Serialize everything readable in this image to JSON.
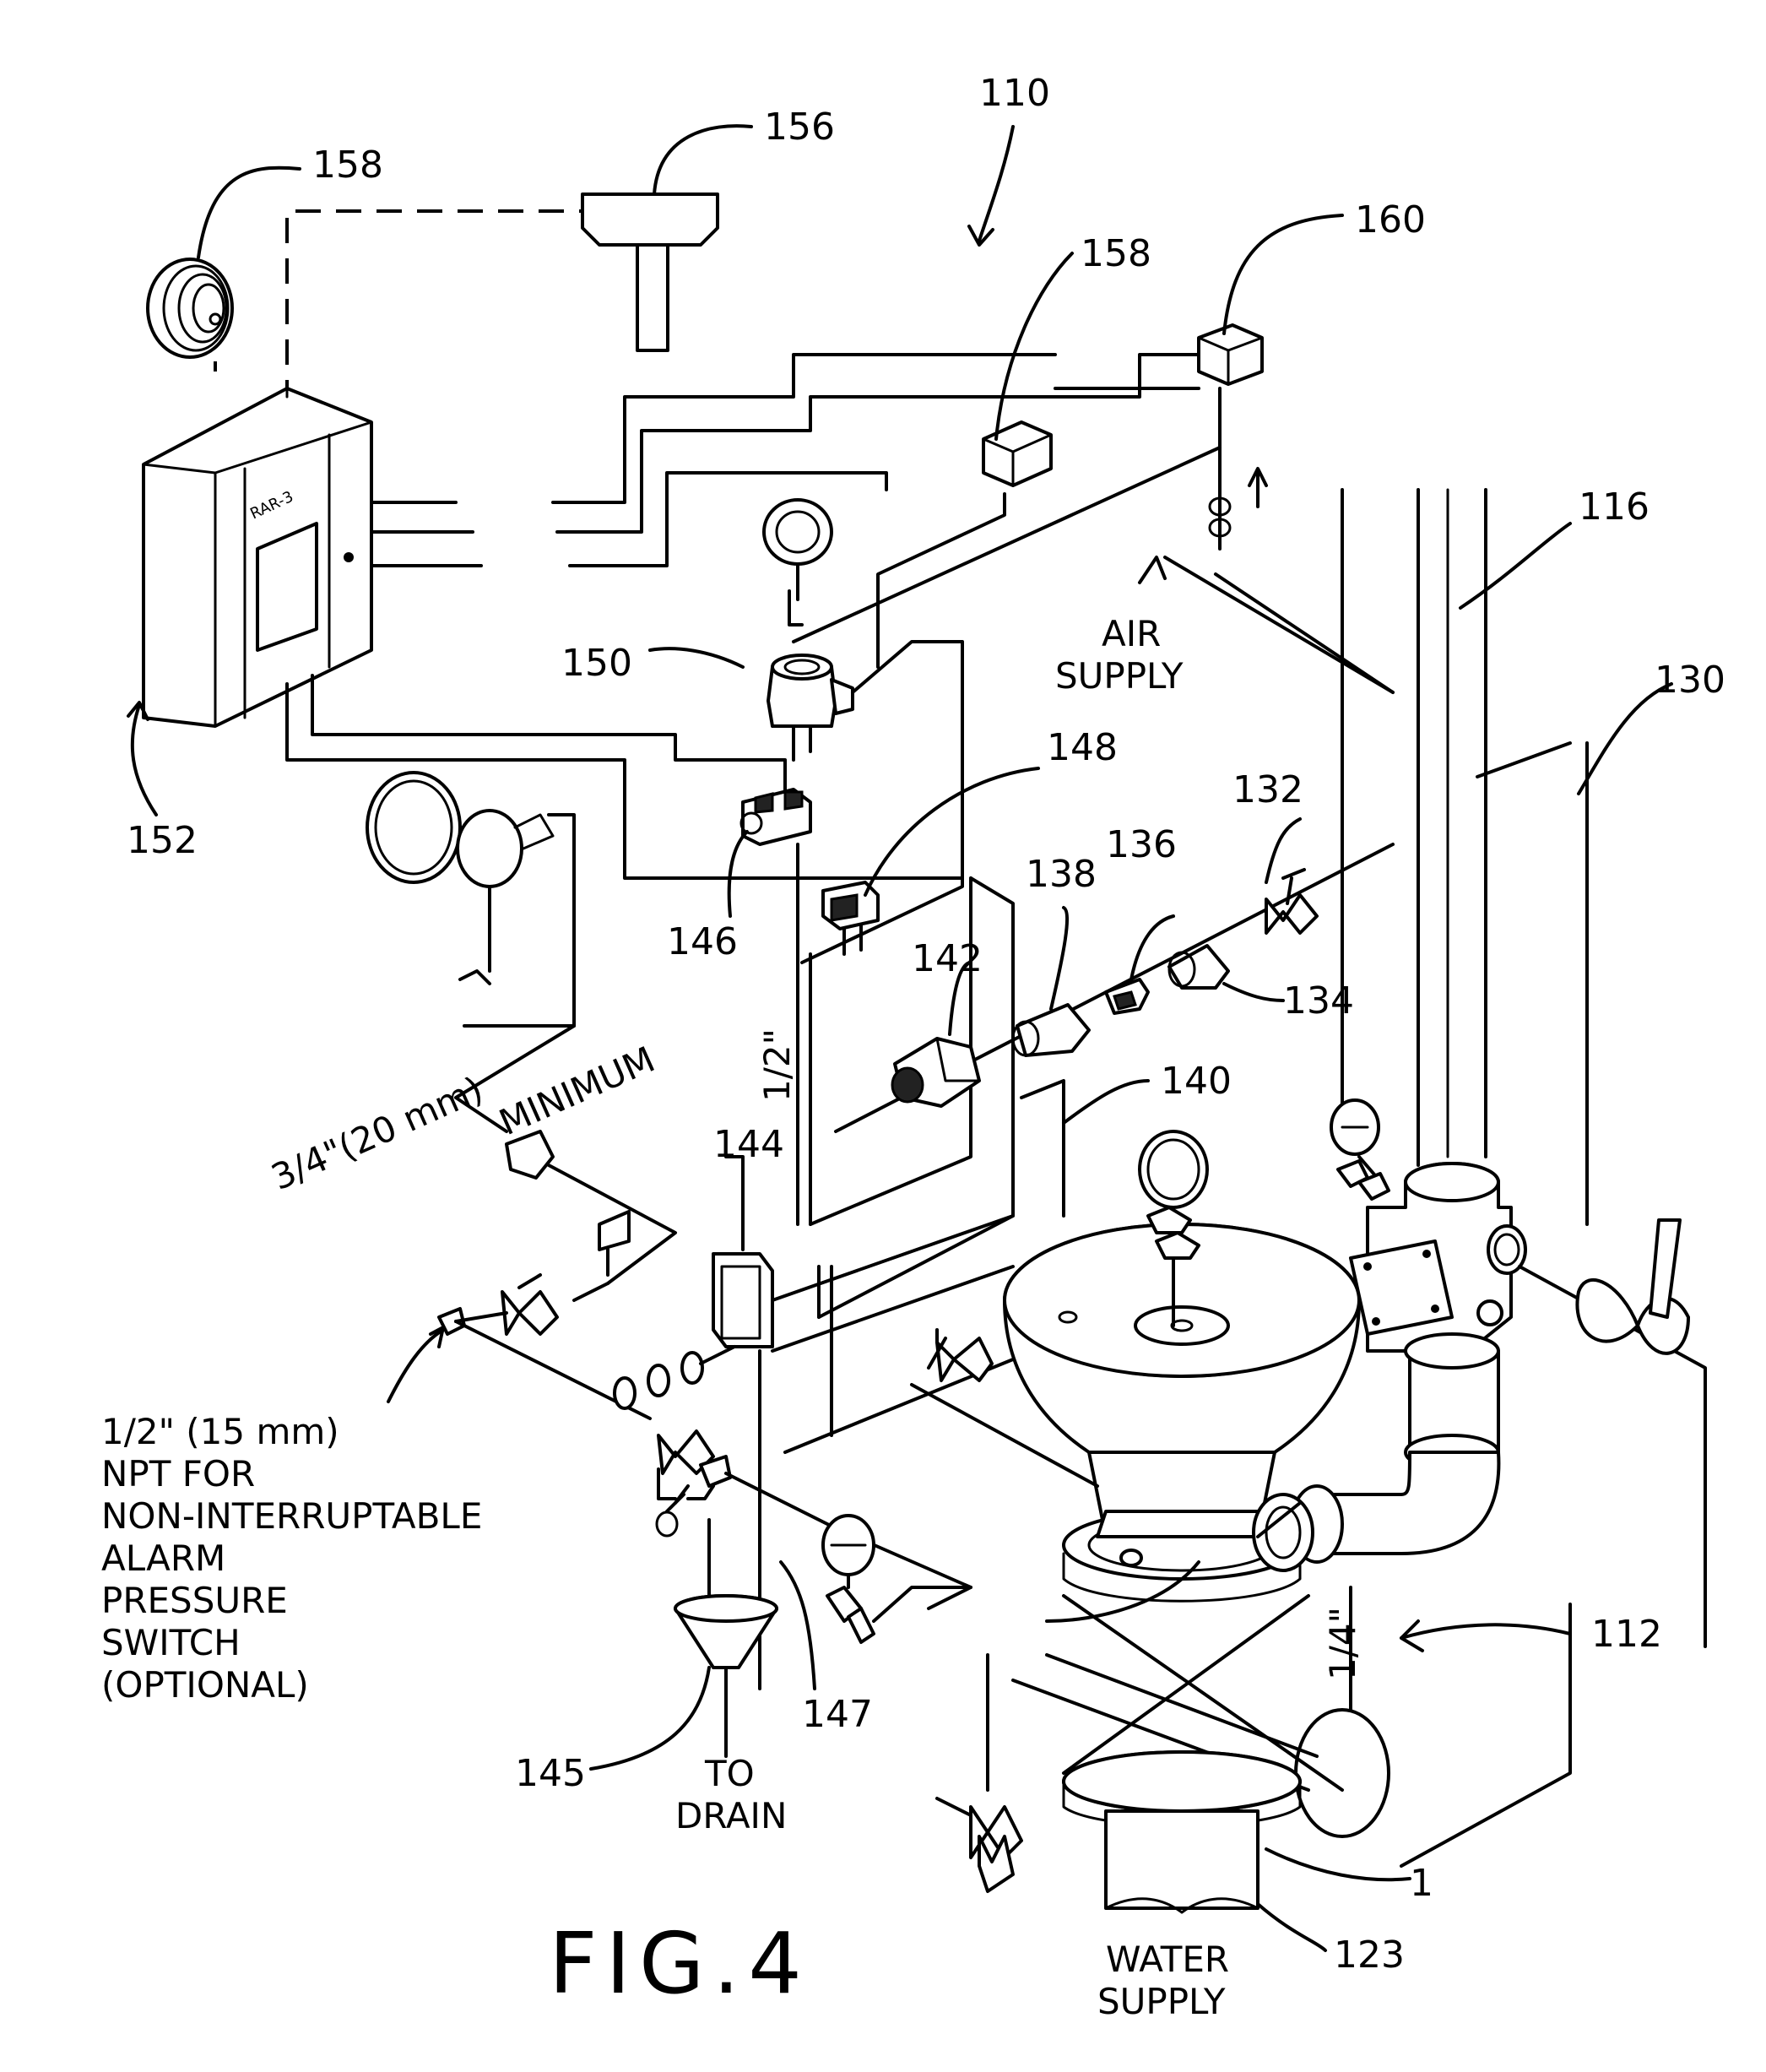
{
  "figure": {
    "title": "FIG.4"
  },
  "refs": {
    "r110": "110",
    "r112": "112",
    "r116": "116",
    "r123": "123",
    "r130": "130",
    "r132": "132",
    "r134": "134",
    "r136": "136",
    "r138": "138",
    "r140": "140",
    "r142": "142",
    "r144": "144",
    "r145": "145",
    "r146": "146",
    "r147": "147",
    "r148": "148",
    "r150": "150",
    "r152": "152",
    "r156": "156",
    "r158a": "158",
    "r158b": "158",
    "r160": "160",
    "r1": "1"
  },
  "notes": {
    "air_supply": [
      "AIR",
      "SUPPLY"
    ],
    "water_supply": [
      "WATER",
      "SUPPLY"
    ],
    "to_drain": [
      "TO",
      "DRAIN"
    ],
    "half_inch": "1/2\"",
    "quarter_inch": "1/4\"",
    "three_quarter": "3/4\"(20 mm)",
    "minimum": "MINIMUM",
    "npt_note": [
      "1/2\" (15 mm)",
      "NPT FOR",
      "NON-INTERRUPTABLE",
      "ALARM",
      "PRESSURE",
      "SWITCH",
      "(OPTIONAL)"
    ],
    "panel_tag": "RAR-3"
  }
}
